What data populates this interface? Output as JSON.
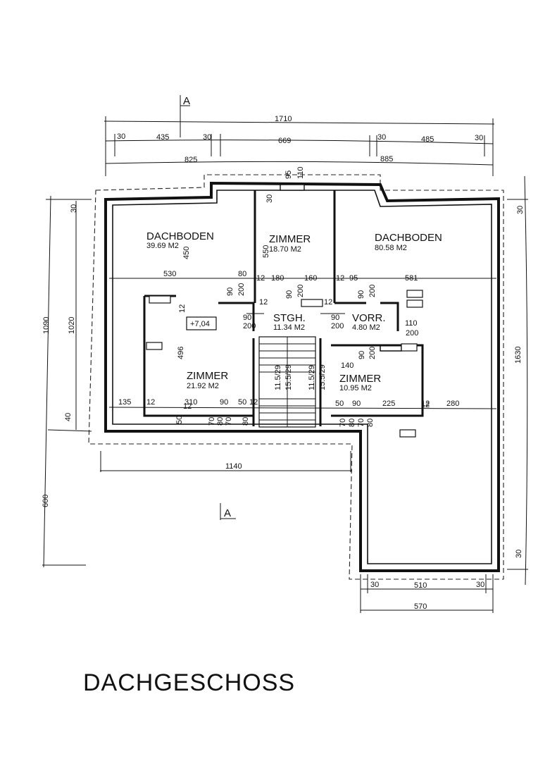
{
  "drawing": {
    "title": "DACHGESCHOSS",
    "section_label": "A"
  },
  "rooms": [
    {
      "name": "DACHBODEN",
      "area": "39.69 M2"
    },
    {
      "name": "ZIMMER",
      "area": "18.70 M2"
    },
    {
      "name": "DACHBODEN",
      "area": "80.58 M2"
    },
    {
      "name": "STGH.",
      "area": "11.34 M2"
    },
    {
      "name": "VORR.",
      "area": "4.80 M2"
    },
    {
      "name": "ZIMMER",
      "area": "21.92 M2"
    },
    {
      "name": "ZIMMER",
      "area": "10.95 M2"
    }
  ],
  "level_mark": "+7,04",
  "stairs": [
    "11.5/29",
    "15.5/29",
    "11.5/29",
    "15.5/29"
  ],
  "dims": {
    "top_total": "1710",
    "top_row": [
      "30",
      "435",
      "30",
      "669",
      "30",
      "485",
      "30"
    ],
    "top_sub": [
      "825",
      "885"
    ],
    "chimney": [
      "95",
      "110"
    ],
    "left_outer": "1090",
    "left_inner": "1020",
    "left_top": "30",
    "left_bot": "40",
    "left_low": "600",
    "right_total": "1630",
    "right_top": "30",
    "right_bot": "30",
    "bottom_total": "1140",
    "bottom_right": [
      "30",
      "510",
      "30"
    ],
    "bottom_right_total": "570",
    "mid_row": [
      "530",
      "80",
      "12",
      "180",
      "160",
      "12",
      "95",
      "581"
    ],
    "heights": [
      "30",
      "450",
      "550",
      "496",
      "12"
    ],
    "doors_top": [
      "90",
      "200",
      "90",
      "200",
      "90",
      "200"
    ],
    "doors_mid": [
      "90",
      "200",
      "90",
      "200",
      "110",
      "200"
    ],
    "small": [
      "12",
      "12",
      "12",
      "12",
      "140",
      "90",
      "200"
    ],
    "lower_row_left": [
      "135",
      "12",
      "310",
      "90",
      "50",
      "12"
    ],
    "lower_row_right": [
      "50",
      "90",
      "225",
      "12",
      "280"
    ],
    "bottom_small": [
      "50",
      "70",
      "80",
      "70",
      "80",
      "70",
      "80",
      "70",
      "80"
    ]
  }
}
